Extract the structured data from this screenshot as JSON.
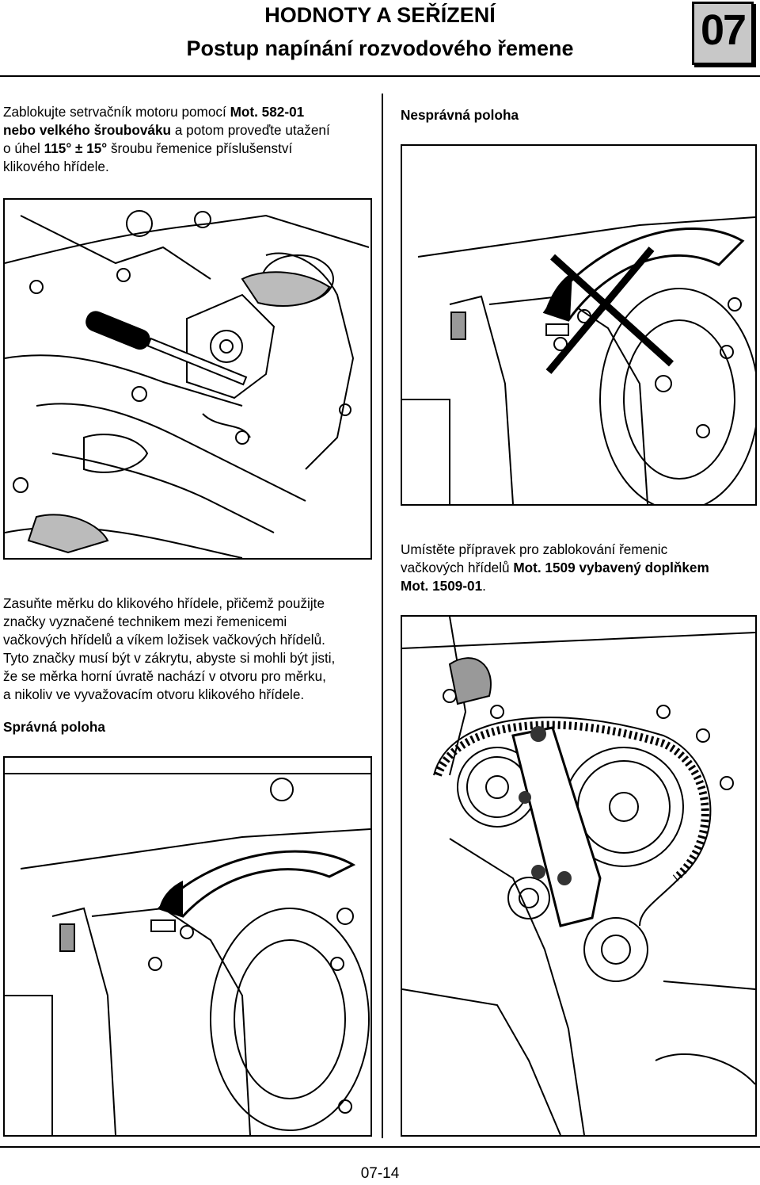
{
  "header": {
    "title_main": "HODNOTY A SEŘÍZENÍ",
    "title_sub": "Postup napínání rozvodového řemene",
    "chapter": "07"
  },
  "left": {
    "para1": {
      "line1_a": "Zablokujte setrvačník motoru pomocí ",
      "line1_b": "Mot. 582-01",
      "line2_a": "nebo velkého šroubováku",
      "line2_b": " a potom proveďte utažení",
      "line3_a": "o úhel ",
      "line3_b": "115° ± 15°",
      "line3_c": " šroubu řemenice příslušenství",
      "line4": "klikového hřídele."
    },
    "para2": [
      "Zasuňte měrku do klikového hřídele, přičemž použijte",
      "značky vyznačené technikem mezi řemenicemi",
      "vačkových hřídelů a víkem ložisek vačkových hřídelů.",
      "Tyto značky musí být v zákrytu, abyste si mohli být jisti,",
      "že se měrka horní úvratě nachází v otvoru pro měrku,",
      "a nikoliv ve vyvažovacím otvoru klikového hřídele."
    ],
    "correct_heading": "Správná poloha"
  },
  "right": {
    "incorrect_heading": "Nesprávná poloha",
    "para3": {
      "line1": "Umístěte přípravek pro zablokování řemenic",
      "line2_a": "vačkových hřídelů ",
      "line2_b": "Mot. 1509 vybavený doplňkem",
      "line3_a": "Mot. 1509-01",
      "line3_b": "."
    }
  },
  "footer": {
    "page_number": "07-14"
  }
}
